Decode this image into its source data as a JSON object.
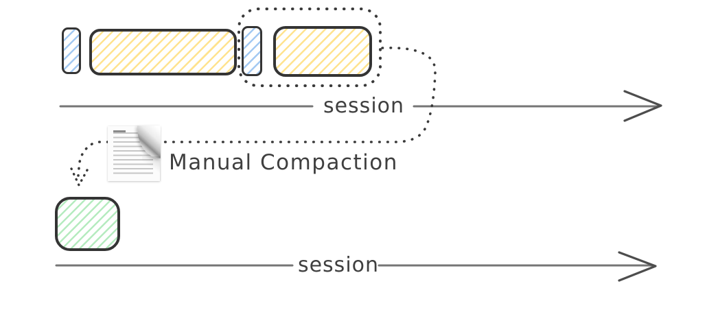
{
  "labels": {
    "top_session": "session",
    "bottom_session": "session",
    "compaction": "Manual Compaction"
  },
  "blocks": [
    {
      "name": "context-segment-blue-1",
      "color": "blue",
      "hatched": true
    },
    {
      "name": "context-segment-yellow-1",
      "color": "yellow",
      "hatched": true
    },
    {
      "name": "context-segment-blue-2",
      "color": "blue",
      "hatched": true,
      "in_selection": true
    },
    {
      "name": "context-segment-yellow-2",
      "color": "yellow",
      "hatched": true,
      "in_selection": true
    },
    {
      "name": "compacted-context-block",
      "color": "green",
      "hatched": true
    }
  ],
  "icons": {
    "document": "document-icon"
  },
  "colors": {
    "ink": "#343434",
    "dot": "#3a3a3a",
    "arrow-line": "#757575",
    "arrow-head": "#4d4d4d",
    "label-text": "#3f3f3f",
    "blue-hatch": "#a3c9f2",
    "yellow-hatch": "#ffe38f",
    "green-hatch": "#b5ebbf",
    "page": "#fcfcfc",
    "page-line": "#b9b9b9"
  }
}
